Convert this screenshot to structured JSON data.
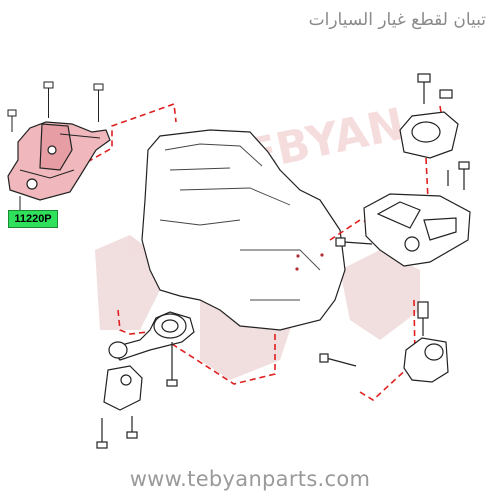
{
  "watermark": {
    "text": "TEBYAN",
    "color": "#e8a0a0"
  },
  "brand": {
    "arabic_name": "تبيان لقطع غيار السيارات",
    "website": "www.tebyanparts.com"
  },
  "part_label": {
    "code": "11220P",
    "highlight_color": "#2fe05a"
  },
  "colors": {
    "highlight_part": "#f0b8bc",
    "leader_line": "#e02020",
    "outline": "#222222"
  }
}
